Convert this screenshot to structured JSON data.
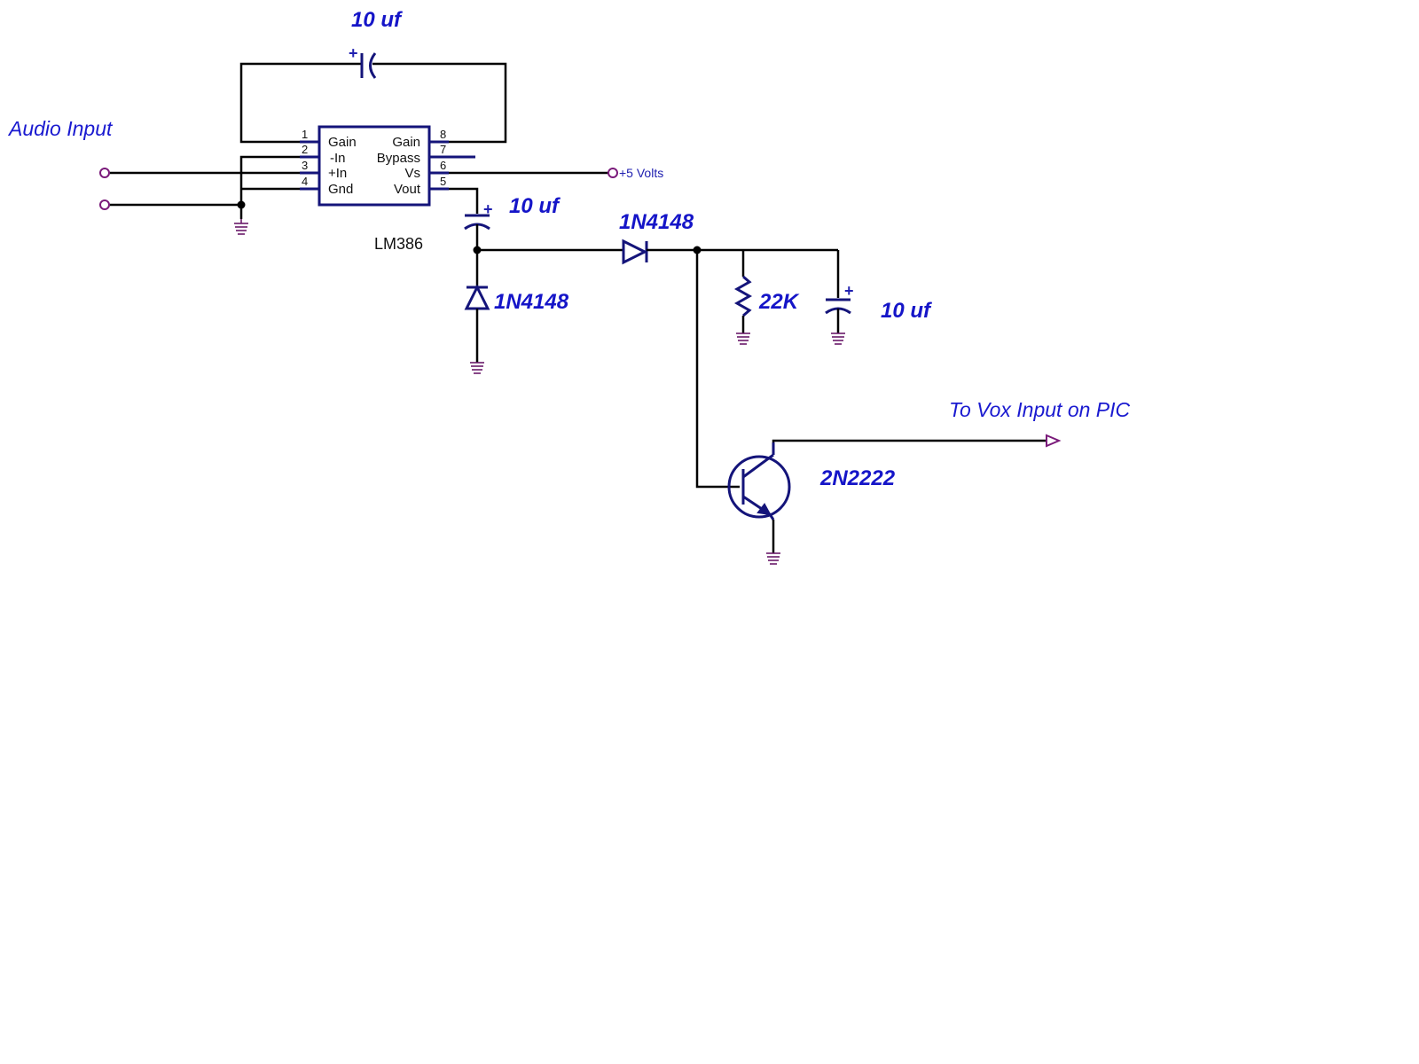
{
  "labels": {
    "feedback_cap": "10 uf",
    "audio_input": "Audio Input",
    "supply": "+5 Volts",
    "ic_name": "LM386",
    "coupling_cap": "10 uf",
    "diode_series": "1N4148",
    "diode_shunt": "1N4148",
    "resistor": "22K",
    "filter_cap": "10 uf",
    "output": "To Vox Input on PIC",
    "transistor": "2N2222"
  },
  "ic": {
    "left_pins": [
      {
        "num": "1",
        "name": "Gain"
      },
      {
        "num": "2",
        "name": "-In"
      },
      {
        "num": "3",
        "name": "+In"
      },
      {
        "num": "4",
        "name": "Gnd"
      }
    ],
    "right_pins": [
      {
        "num": "8",
        "name": "Gain"
      },
      {
        "num": "7",
        "name": "Bypass"
      },
      {
        "num": "6",
        "name": "Vs"
      },
      {
        "num": "5",
        "name": "Vout"
      }
    ]
  },
  "colors": {
    "component": "#14147a",
    "wire": "#000000",
    "ground": "#6a1a6a",
    "label_blue": "#1515c8"
  }
}
